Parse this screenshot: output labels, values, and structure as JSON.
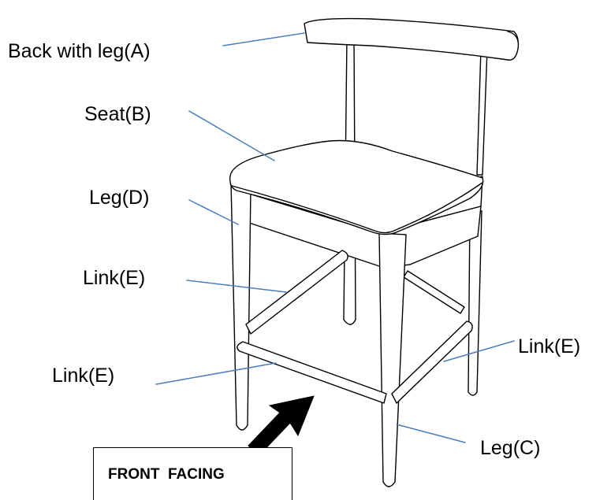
{
  "labels": {
    "back_with_leg": "Back with leg(A)",
    "seat": "Seat(B)",
    "leg_d": "Leg(D)",
    "link_e_upper_left": "Link(E)",
    "link_e_lower_left": "Link(E)",
    "link_e_right": "Link(E)",
    "leg_c": "Leg(C)"
  },
  "front_facing": "FRONT  FACING",
  "colors": {
    "leader_line": "#4a7ebb",
    "outline": "#000000",
    "arrow": "#000000"
  }
}
